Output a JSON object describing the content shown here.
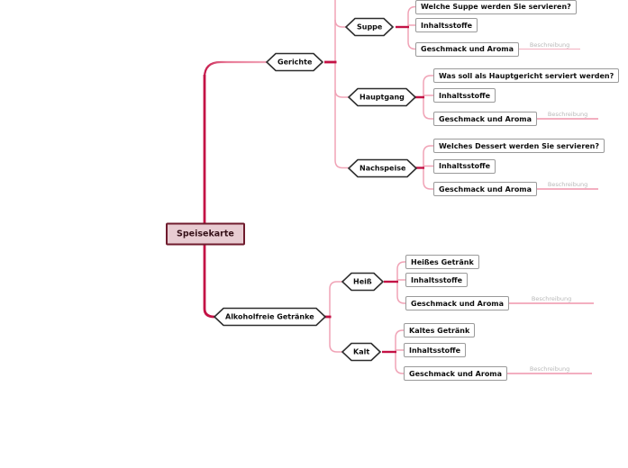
{
  "root": {
    "label": "Speisekarte"
  },
  "branches": [
    {
      "label": "Gerichte",
      "children": [
        {
          "label": "Suppe",
          "leaves": [
            "Welche Suppe werden Sie servieren?",
            "Inhaltsstoffe",
            "Geschmack und Aroma"
          ],
          "edge_label": "Beschreibung"
        },
        {
          "label": "Hauptgang",
          "leaves": [
            "Was soll als Hauptgericht serviert werden?",
            "Inhaltsstoffe",
            "Geschmack und Aroma"
          ],
          "edge_label": "Beschreibung"
        },
        {
          "label": "Nachspeise",
          "leaves": [
            "Welches Dessert werden Sie servieren?",
            "Inhaltsstoffe",
            "Geschmack und Aroma"
          ],
          "edge_label": "Beschreibung"
        }
      ]
    },
    {
      "label": "Alkoholfreie Getränke",
      "children": [
        {
          "label": "Heiß",
          "leaves": [
            "Heißes Getränk",
            "Inhaltsstoffe",
            "Geschmack und Aroma"
          ],
          "edge_label": "Beschreibung"
        },
        {
          "label": "Kalt",
          "leaves": [
            "Kaltes Getränk",
            "Inhaltsstoffe",
            "Geschmack und Aroma"
          ],
          "edge_label": "Beschreibung"
        }
      ]
    }
  ],
  "colors": {
    "edge_primary": "#c31245",
    "edge_secondary": "#f0a3b6",
    "edge_tail": "#f3afc0",
    "root_fill": "#e8ccd2",
    "root_border": "#6f1b2d",
    "hex_border": "#2d2d2d",
    "leaf_border": "#9a9a9a",
    "edge_label_color": "#b8b8b8"
  }
}
